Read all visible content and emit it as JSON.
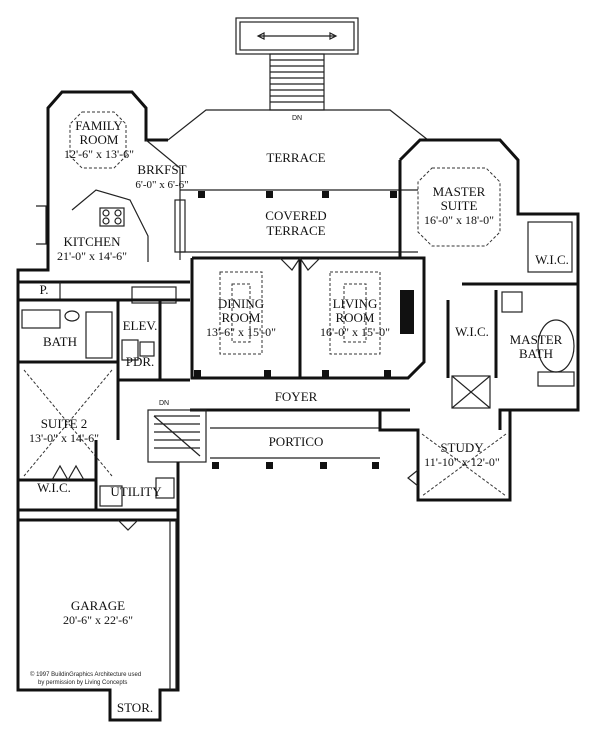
{
  "rooms": {
    "family_room": {
      "name_1": "FAMILY",
      "name_2": "ROOM",
      "dim": "12'-6\" x 13'-6\""
    },
    "brkfst": {
      "name": "BRKFST",
      "dim": "6'-0\" x 6'-6\""
    },
    "kitchen": {
      "name": "KITCHEN",
      "dim": "21'-0\" x 14'-6\""
    },
    "terrace": {
      "name": "TERRACE"
    },
    "covered_terrace": {
      "name_1": "COVERED",
      "name_2": "TERRACE"
    },
    "master_suite": {
      "name_1": "MASTER",
      "name_2": "SUITE",
      "dim": "16'-0\" x 18'-0\""
    },
    "wic_master": {
      "name": "W.I.C."
    },
    "wic_center": {
      "name": "W.I.C."
    },
    "master_bath": {
      "name_1": "MASTER",
      "name_2": "BATH"
    },
    "pantry": {
      "name": "P."
    },
    "elev": {
      "name": "ELEV."
    },
    "bath": {
      "name": "BATH"
    },
    "pdr": {
      "name": "PDR."
    },
    "dining_room": {
      "name_1": "DINING",
      "name_2": "ROOM",
      "dim": "13'-6\" x 15'-0\""
    },
    "living_room": {
      "name_1": "LIVING",
      "name_2": "ROOM",
      "dim": "16'-0\" x 15'-0\""
    },
    "suite2": {
      "name": "SUITE 2",
      "dim": "13'-0\" x 14'-6\""
    },
    "foyer": {
      "name": "FOYER"
    },
    "portico": {
      "name": "PORTICO"
    },
    "study": {
      "name": "STUDY",
      "dim": "11'-10\" x 12'-0\""
    },
    "wic_suite2": {
      "name": "W.I.C."
    },
    "utility": {
      "name": "UTILITY"
    },
    "garage": {
      "name": "GARAGE",
      "dim": "20'-6\" x 22'-6\""
    },
    "stor": {
      "name": "STOR."
    }
  },
  "stairs": {
    "top_dn": "DN",
    "interior_dn": "DN"
  },
  "copyright": {
    "line_1": "© 1997 BuildinGraphics Architecture used",
    "line_2": "by permission by Living Concepts"
  }
}
